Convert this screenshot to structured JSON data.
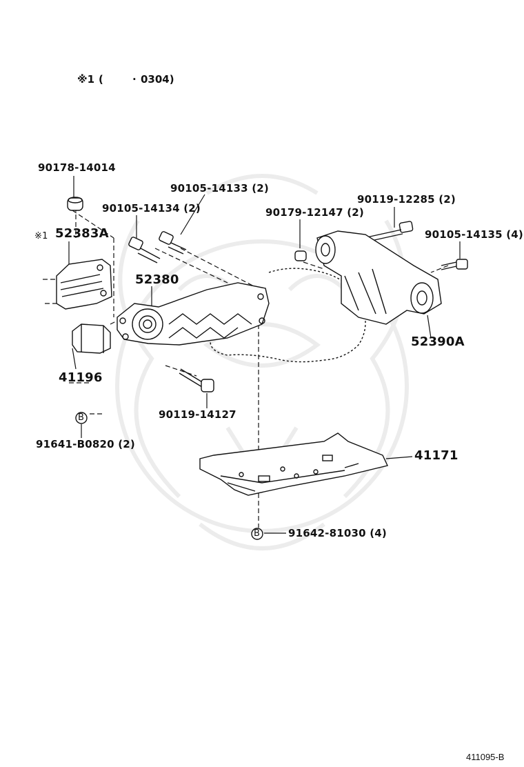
{
  "note": {
    "mark": "※1",
    "open_paren": "(",
    "dash": "·",
    "code": "0304)"
  },
  "labels": {
    "p90178_14014": "90178-14014",
    "p90105_14133": "90105-14133 (2)",
    "p90105_14134": "90105-14134 (2)",
    "p90179_12147": "90179-12147 (2)",
    "p90119_12285": "90119-12285 (2)",
    "p90105_14135": "90105-14135 (4)",
    "mark_52383A": "※1",
    "p52383A": "52383A",
    "p52380": "52380",
    "p52390A": "52390A",
    "p41196": "41196",
    "p90119_14127": "90119-14127",
    "p91641_B0820": "91641-B0820 (2)",
    "p41171": "41171",
    "p91642_81030": "91642-81030 (4)",
    "bolt_mark": "B"
  },
  "figure_number": "411095-B",
  "colors": {
    "line": "#111111",
    "watermark": "#e9e9e9"
  }
}
